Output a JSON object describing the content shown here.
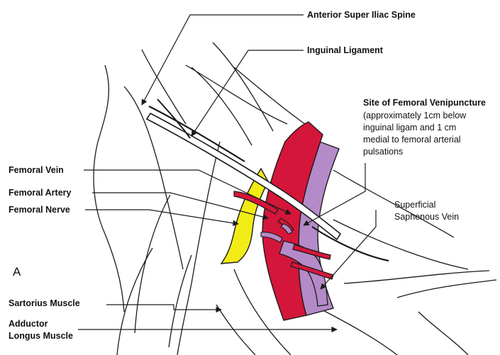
{
  "figure": {
    "panel_letter": "A",
    "colors": {
      "femoral_vein": "#b48bc8",
      "femoral_artery": "#d4163a",
      "femoral_nerve": "#f2ec16",
      "outline": "#1a1a1a"
    },
    "labels": {
      "asis": "Anterior Super Iliac Spine",
      "inguinal_ligament": "Inguinal Ligament",
      "site_title": "Site of Femoral Venipuncture",
      "site_line1": "(approximately 1cm below",
      "site_line2": "inguinal ligam and 1 cm",
      "site_line3": "medial to femoral arterial",
      "site_line4": "pulsations",
      "femoral_vein": "Femoral Vein",
      "femoral_artery": "Femoral Artery",
      "femoral_nerve": "Femoral Nerve",
      "superficial_1": "Superficial",
      "superficial_2": "Saphenous Vein",
      "sartorius": "Sartorius Muscle",
      "adductor_1": "Adductor",
      "adductor_2": "Longus Muscle"
    }
  }
}
